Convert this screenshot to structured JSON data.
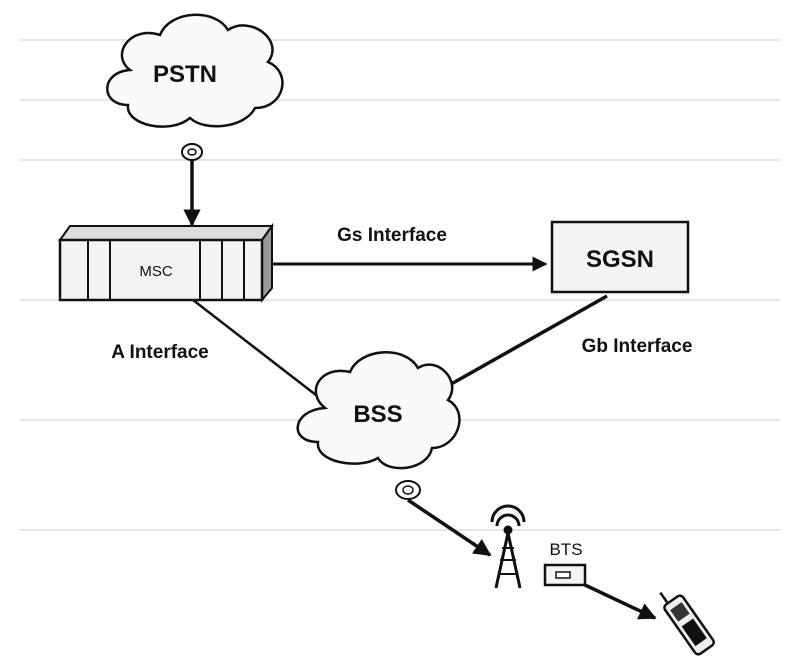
{
  "nodes": {
    "pstn": "PSTN",
    "msc": "MSC",
    "sgsn": "SGSN",
    "bss": "BSS",
    "bts": "BTS"
  },
  "links": {
    "gs": "Gs Interface",
    "a": "A Interface",
    "gb": "Gb Interface"
  },
  "colors": {
    "ink": "#111111",
    "background": "#ffffff",
    "box_fill": "#f4f4f4"
  }
}
